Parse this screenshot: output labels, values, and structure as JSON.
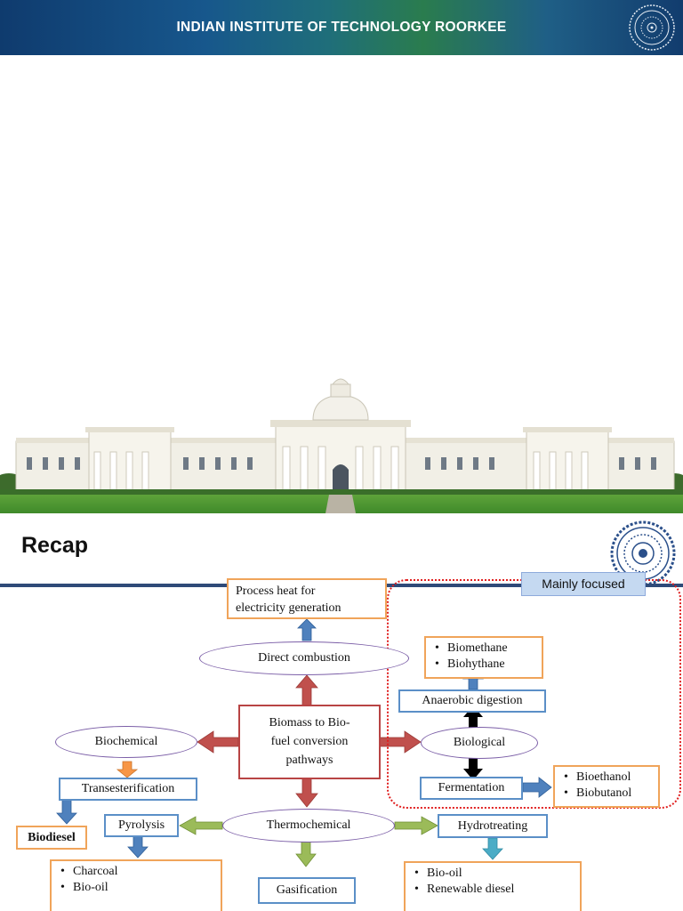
{
  "slide1": {
    "banner_title": "INDIAN INSTITUTE OF TECHNOLOGY ROORKEE",
    "logo_icon": "iit-roorkee-seal-icon",
    "image_icon": "main-building-photo"
  },
  "slide2": {
    "title": "Recap",
    "logo_icon": "iit-roorkee-seal-icon",
    "focus_label": "Mainly focused",
    "nodes": {
      "process_heat": [
        "Process heat for",
        "electricity generation"
      ],
      "direct_combustion": "Direct combustion",
      "center": [
        "Biomass to Bio-",
        "fuel conversion",
        "pathways"
      ],
      "biochemical": "Biochemical",
      "transesterification": "Transesterification",
      "biodiesel": "Biodiesel",
      "pyrolysis": "Pyrolysis",
      "thermochemical": "Thermochemical",
      "hydrotreating": "Hydrotreating",
      "gasification": "Gasification",
      "biological": "Biological",
      "anaerobic_digestion": "Anaerobic digestion",
      "fermentation": "Fermentation",
      "biogas_products": [
        "Biomethane",
        "Biohythane"
      ],
      "alcohol_products": [
        "Bioethanol",
        "Biobutanol"
      ],
      "pyrolysis_products": [
        "Charcoal",
        "Bio-oil"
      ],
      "hydrotreating_products": [
        "Bio-oil",
        "Renewable diesel"
      ]
    }
  },
  "colors": {
    "arrow_red": "#c0504d",
    "arrow_green": "#8db043",
    "arrow_blue": "#4f81bd",
    "arrow_orange": "#f79646",
    "arrow_black": "#000000",
    "focus_border": "#e02020",
    "rule": "#2f4a78"
  }
}
